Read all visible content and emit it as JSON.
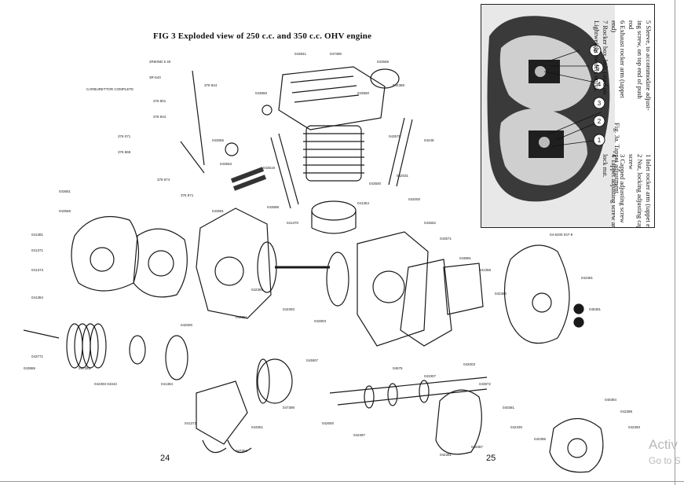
{
  "figure": {
    "title": "FIG 3   Exploded view of 250 c.c. and 350 c.c. OHV engine",
    "page_left": "24",
    "page_right": "25"
  },
  "inset": {
    "caption": "Fig. 3a. Tappet adjustment",
    "callouts": [
      "1",
      "2",
      "3",
      "4",
      "5",
      "6"
    ],
    "legend_left": [
      "1 Inlet rocker arm (tappet end)",
      "2 Nut, locking adjusting capped",
      "screw",
      "3 Capped adjusting screw",
      "4 Tappet adjusting screw and",
      "lock nut."
    ],
    "legend_right": [
      "5 Sleeve, to accommodate adjust-",
      "ing screw, on top end of push",
      "rod",
      "6 Exhaust rocker arm (tappet",
      "end)",
      "7 Rocker box, bolt (used on",
      "Lightweight models only)."
    ]
  },
  "watermark": {
    "line1": "Activ",
    "line2": "Go to S"
  },
  "colors": {
    "ink": "#1a1a1a",
    "paper": "#ffffff",
    "watermark": "#b9b9b9"
  }
}
